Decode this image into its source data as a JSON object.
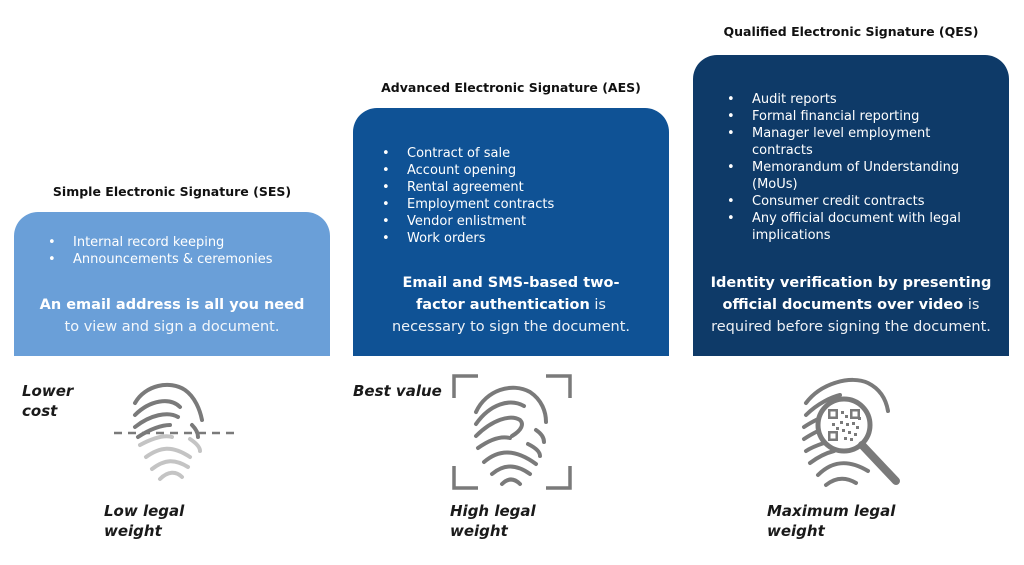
{
  "colors": {
    "ses": "#6a9fd8",
    "aes": "#0f5295",
    "qes": "#0e3a68",
    "icon": "#7a7a7a"
  },
  "tiers": [
    {
      "title": "Simple Electronic Signature (SES)",
      "uses": [
        "Internal record keeping",
        "Announcements & ceremonies"
      ],
      "desc_bold": "An email address is all you need",
      "desc_rest": " to view and sign a document.",
      "cost_label": "Lower cost",
      "weight_label": "Low legal weight",
      "icon": "fingerprint-half-icon"
    },
    {
      "title": "Advanced Electronic Signature (AES)",
      "uses": [
        "Contract of sale",
        "Account opening",
        "Rental agreement",
        "Employment contracts",
        "Vendor enlistment",
        "Work orders"
      ],
      "desc_bold": "Email and SMS-based two-factor authentication",
      "desc_rest": " is necessary to sign the document.",
      "cost_label": "Best value",
      "weight_label": "High legal weight",
      "icon": "fingerprint-scan-icon"
    },
    {
      "title": "Qualified Electronic Signature (QES)",
      "uses": [
        "Audit reports",
        "Formal financial reporting",
        "Manager level employment contracts",
        "Memorandum of Understanding (MoUs)",
        "Consumer credit contracts",
        "Any official document with legal implications"
      ],
      "desc_bold": "Identity verification by presenting official documents over video",
      "desc_rest": " is required before signing the document.",
      "cost_label": "",
      "weight_label": "Maximum legal weight",
      "icon": "fingerprint-magnifier-icon"
    }
  ]
}
